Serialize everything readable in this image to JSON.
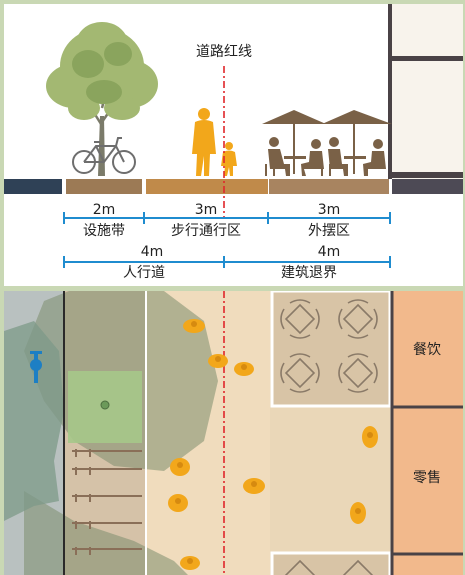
{
  "section": {
    "red_line_label": "道路红线",
    "dims_top": [
      {
        "value": "2m",
        "name": "设施带"
      },
      {
        "value": "3m",
        "name": "步行通行区"
      },
      {
        "value": "3m",
        "name": "外摆区"
      }
    ],
    "dims_bottom": [
      {
        "value": "4m",
        "name": "人行道"
      },
      {
        "value": "4m",
        "name": "建筑退界"
      }
    ]
  },
  "plan": {
    "shops": [
      "餐饮",
      "零售"
    ]
  },
  "colors": {
    "frame_bg": "#c9d8b4",
    "tree_green": "#9bb26a",
    "people_orange": "#f2a71b",
    "furniture_brown": "#7a6147",
    "ground_brown": "#b08a5c",
    "red_line": "#e0262a",
    "dimension_blue": "#1f8ccf",
    "shop_orange": "#f2b98c",
    "building_dark": "#4a4246",
    "road_navy": "#2f4156"
  },
  "icons": [
    "tree-icon",
    "bicycle-icon",
    "pedestrian-icon",
    "umbrella-table-icon",
    "cyclist-icon",
    "table-set-icon"
  ]
}
